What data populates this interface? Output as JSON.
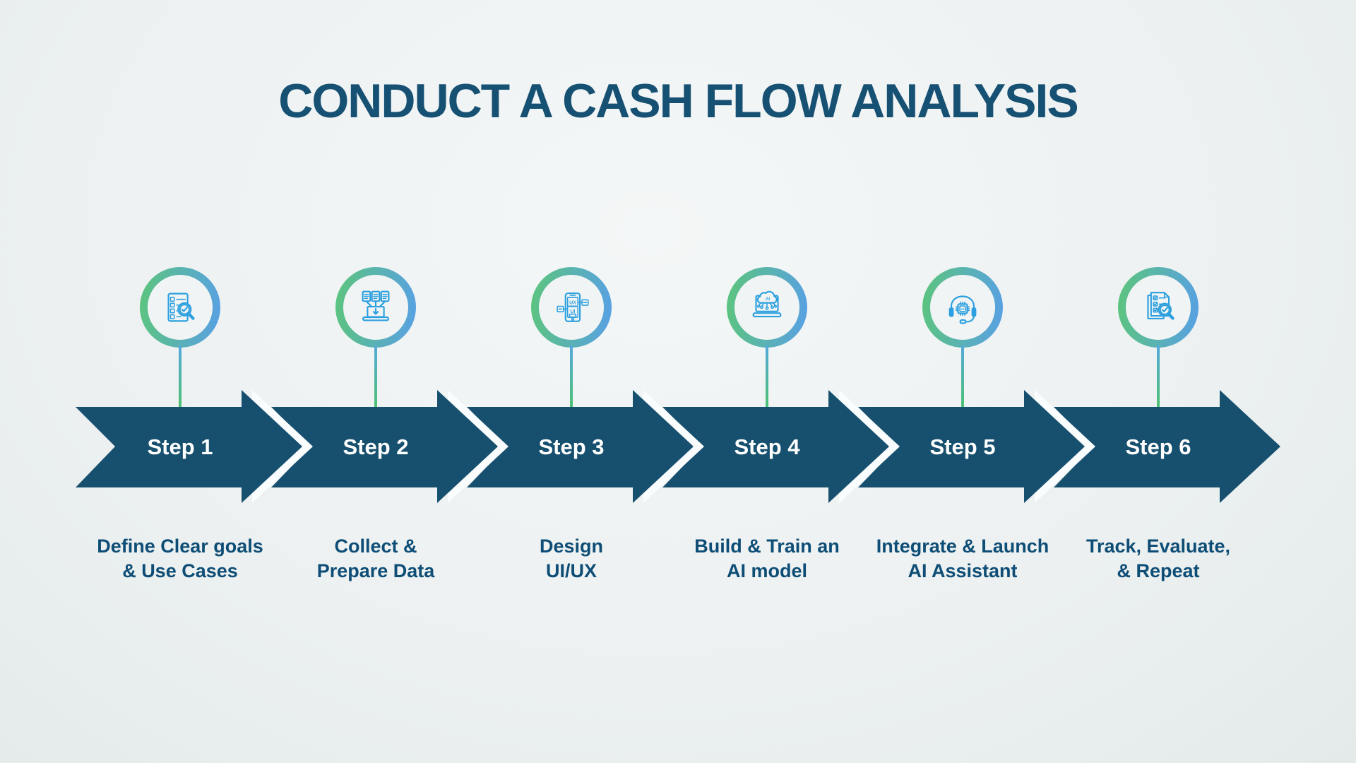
{
  "title": "CONDUCT A CASH FLOW ANALYSIS",
  "colors": {
    "background_base": "#edf1f1",
    "circle_inner_fill": "#f1f4f4",
    "title_text": "#165073",
    "arrow_fill": "#17506e",
    "arrow_separator": "#fafdfd",
    "step_label_text": "#ffffff",
    "description_text": "#0e4d76",
    "ring_gradient_start": "#5cc57c",
    "ring_gradient_end": "#58a0e6",
    "connector_top": "#55a9dc",
    "connector_bottom": "#4cc36d",
    "icon_stroke": "#2b9fdf"
  },
  "steps": [
    {
      "label": "Step 1",
      "description_line1": "Define Clear goals",
      "description_line2": "& Use Cases",
      "icon": "goals-checklist-magnifier-icon"
    },
    {
      "label": "Step 2",
      "description_line1": "Collect &",
      "description_line2": "Prepare Data",
      "icon": "data-collection-laptop-icon"
    },
    {
      "label": "Step 3",
      "description_line1": "Design",
      "description_line2": "UI/UX",
      "icon": "ui-ux-phone-icon",
      "icon_text_top": "UX",
      "icon_text_bottom": "UI"
    },
    {
      "label": "Step 4",
      "description_line1": "Build & Train an",
      "description_line2": "AI model",
      "icon": "ai-cloud-laptop-icon",
      "icon_text": "AI"
    },
    {
      "label": "Step 5",
      "description_line1": "Integrate & Launch",
      "description_line2": "AI Assistant",
      "icon": "ai-chip-headset-icon",
      "icon_text": "AI"
    },
    {
      "label": "Step 6",
      "description_line1": "Track, Evaluate,",
      "description_line2": "& Repeat",
      "icon": "evaluation-checklist-magnifier-icon"
    }
  ]
}
